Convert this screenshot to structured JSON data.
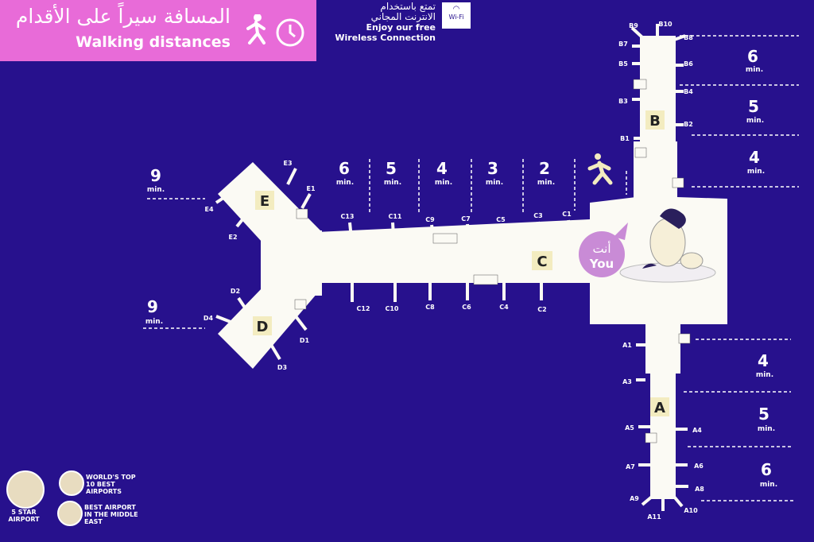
{
  "header": {
    "title_ar": "المسافة سيراً على الأقدام",
    "title_en": "Walking distances",
    "icons": [
      "walking-person-icon",
      "clock-icon"
    ]
  },
  "wifi": {
    "line1_ar": "تمتع باستخدام",
    "line2_ar": "الانترنت المجاني",
    "line1_en": "Enjoy our free",
    "line2_en": "Wireless Connection",
    "badge": "Wi-Fi"
  },
  "you_marker": {
    "ar": "أنت",
    "en": "You"
  },
  "concourses": {
    "A": "A",
    "B": "B",
    "C": "C",
    "D": "D",
    "E": "E"
  },
  "gates": {
    "B": [
      "B1",
      "B2",
      "B3",
      "B4",
      "B5",
      "B6",
      "B7",
      "B8",
      "B9",
      "B10"
    ],
    "A": [
      "A1",
      "A3",
      "A4",
      "A5",
      "A6",
      "A7",
      "A8",
      "A9",
      "A10",
      "A11"
    ],
    "C": [
      "C1",
      "C2",
      "C3",
      "C4",
      "C5",
      "C6",
      "C7",
      "C8",
      "C9",
      "C10",
      "C11",
      "C12",
      "C13"
    ],
    "D": [
      "D1",
      "D2",
      "D3",
      "D4"
    ],
    "E": [
      "E1",
      "E2",
      "E3",
      "E4"
    ]
  },
  "distances": {
    "unit": "min.",
    "E": "9",
    "D": "9",
    "C": [
      "6",
      "5",
      "4",
      "3",
      "2"
    ],
    "B": [
      "6",
      "5",
      "4"
    ],
    "A": [
      "4",
      "5",
      "6"
    ]
  },
  "awards": {
    "five_star": "5 STAR AIRPORT",
    "five_star_seal": "5 STAR AIRPORT",
    "top10": "WORLD'S TOP 10 BEST AIRPORTS",
    "middle_east": "BEST AIRPORT IN THE MIDDLE EAST"
  },
  "colors": {
    "background": "#27118d",
    "header": "#e86bd8",
    "floor": "#fbfaf4",
    "label_box": "#f3ecc0",
    "you": "#c98bd6"
  }
}
